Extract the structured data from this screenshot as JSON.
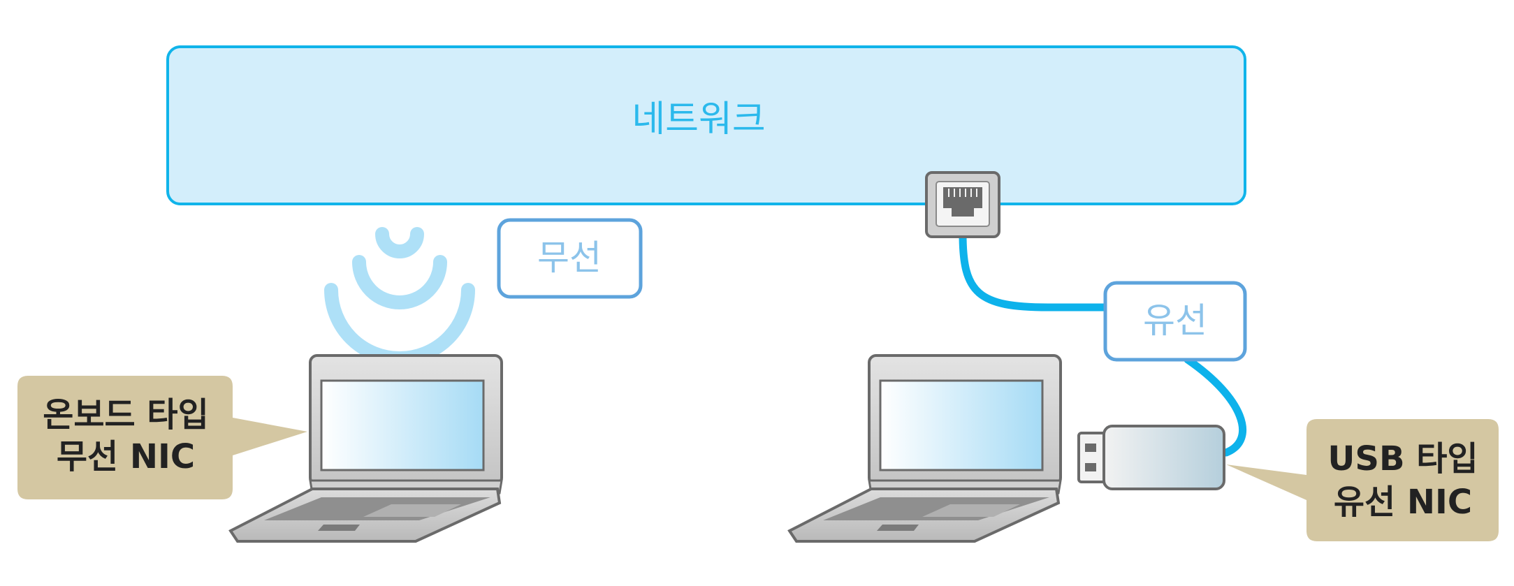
{
  "network": {
    "label": "네트워크"
  },
  "wireless": {
    "label": "무선"
  },
  "wired": {
    "label": "유선"
  },
  "callout_left": {
    "line1": "온보드 타입",
    "line2": "무선 NIC"
  },
  "callout_right": {
    "line1": "USB 타입",
    "line2": "유선 NIC"
  },
  "colors": {
    "network_fill": "#d3eefb",
    "network_stroke": "#10b4ea",
    "network_text": "#2bb9ec",
    "label_stroke": "#5da3dc",
    "label_text": "#8cc3ea",
    "wifi": "#aee0f7",
    "cable": "#0db2eb",
    "callout_fill": "#d4c7a2",
    "callout_text": "#222222",
    "laptop_body": "#c7c7c7",
    "laptop_outline": "#6a6a6a",
    "screen": "#bfe5f8"
  },
  "icons": [
    "ethernet-port-icon",
    "wifi-signal-icon",
    "laptop-icon",
    "usb-dongle-icon",
    "cable-icon"
  ]
}
